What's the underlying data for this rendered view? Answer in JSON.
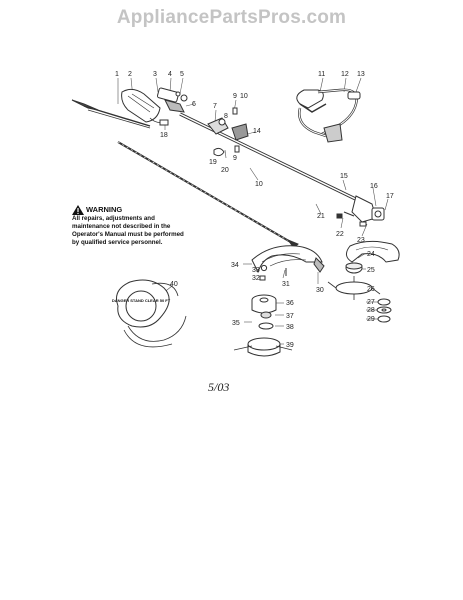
{
  "watermark": "AppliancePartsPros.com",
  "warning": {
    "title": "WARNING",
    "body": "All repairs, adjustments and maintenance not described in the Operator's Manual must be performed by qualified service personnel."
  },
  "safety_label_text": "DANGER STAND CLEAR 50 FT",
  "date_label": "5/03",
  "callouts": [
    "1",
    "2",
    "3",
    "4",
    "5",
    "6",
    "7",
    "8",
    "9",
    "10",
    "11",
    "12",
    "13",
    "14",
    "15",
    "16",
    "17",
    "18",
    "19",
    "20",
    "21",
    "22",
    "23",
    "24",
    "25",
    "26",
    "27",
    "28",
    "29",
    "30",
    "31",
    "32",
    "33",
    "34",
    "35",
    "36",
    "37",
    "38",
    "39",
    "40",
    "9",
    "10"
  ]
}
